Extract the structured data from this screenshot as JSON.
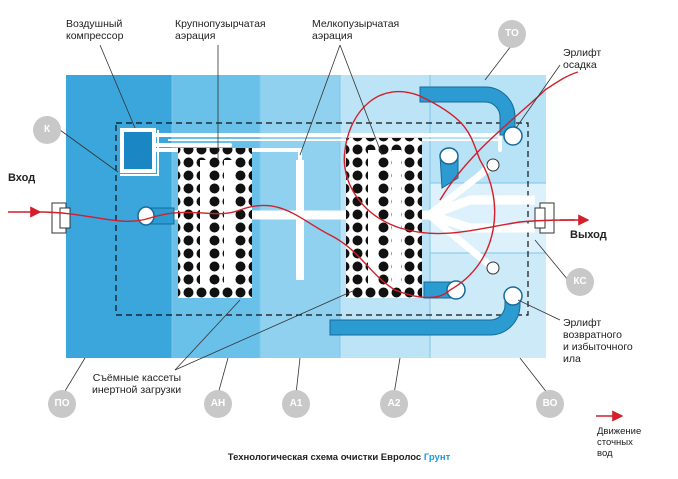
{
  "labels": {
    "compressor": "Воздушный\nкомпрессор",
    "coarse_aeration": "Крупнопузырчатая\nаэрация",
    "fine_aeration": "Мелкопузырчатая\nаэрация",
    "airlift_settling": "Эрлифт\nосадка",
    "inlet": "Вход",
    "outlet": "Выход",
    "airlift_return": "Эрлифт\nвозвратного\nи избыточного\nила",
    "cassettes": "Съёмные кассеты\nинертной загрузки",
    "legend_flow": "Движение\nсточных\nвод"
  },
  "badges": {
    "k": "К",
    "to": "ТО",
    "ks": "КС",
    "po": "ПО",
    "an": "АН",
    "a1": "А1",
    "a2": "А2",
    "vo": "ВО"
  },
  "caption": {
    "text": "Технологическая схема очистки Евролос",
    "accent": "Грунт"
  },
  "colors": {
    "zone_po": "#3aa6dc",
    "zone_an": "#69c1ea",
    "zone_a1": "#8fd1ef",
    "zone_a2": "#bde4f6",
    "zone_vo": "#cdeaf8",
    "zone_ks": "#dcf1fb",
    "zone_to": "#b8e2f5",
    "pipe_blue": "#2b9bd2",
    "flow_red": "#d21f2a",
    "badge_gray": "#c8c8c8"
  }
}
